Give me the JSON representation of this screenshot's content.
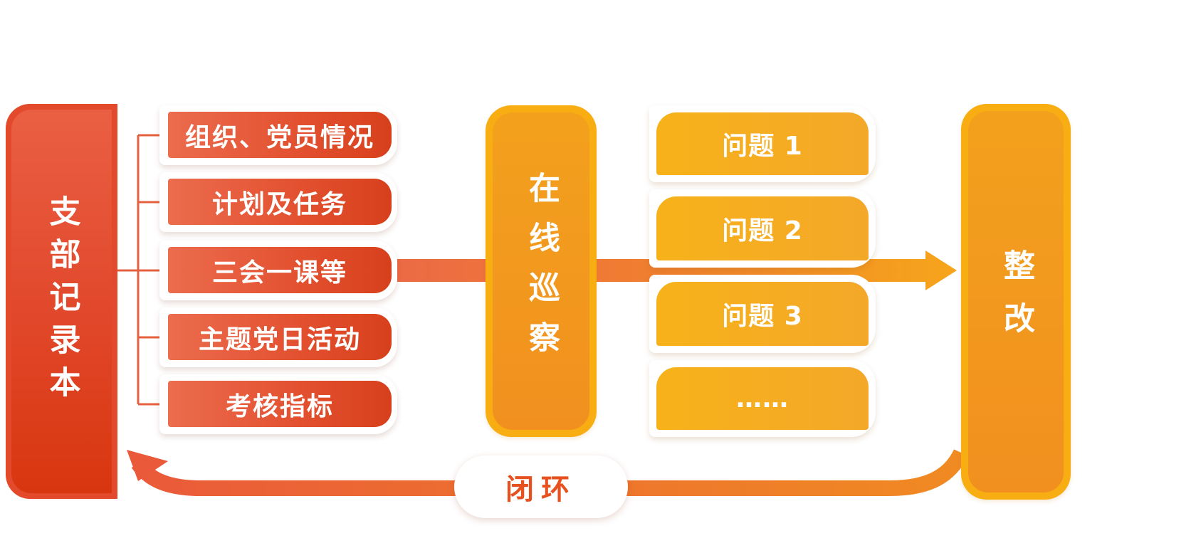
{
  "colors": {
    "red": "#e24a2b",
    "orange": "#f1901f",
    "yellow": "#f7b21a",
    "border_yellow": "#f8ad12",
    "loop_text": "#e6511f"
  },
  "branch": {
    "title": "支部记录本"
  },
  "items": [
    {
      "label": "组织、党员情况"
    },
    {
      "label": "计划及任务"
    },
    {
      "label": "三会一课等"
    },
    {
      "label": "主题党日活动"
    },
    {
      "label": "考核指标"
    }
  ],
  "inspection": {
    "label": "在线巡察"
  },
  "issues": [
    {
      "label": "问题 1"
    },
    {
      "label": "问题 2"
    },
    {
      "label": "问题 3"
    },
    {
      "label": "……"
    }
  ],
  "rectify": {
    "label": "整改"
  },
  "loop": {
    "label": "闭环"
  }
}
